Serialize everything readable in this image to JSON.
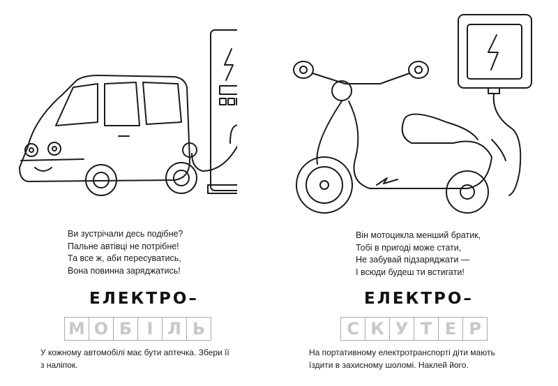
{
  "left": {
    "poem": [
      "Ви зустрічали десь подібне?",
      "Пальне автівці не потрібне!",
      "Та все ж, аби пересуватись,",
      "Вона повинна заряджатись!"
    ],
    "title": "ЕЛЕКТРО–",
    "letters": [
      "М",
      "О",
      "Б",
      "І",
      "Л",
      "Ь"
    ],
    "caption": [
      "У кожному автомобілі має бути аптечка. Збери її",
      "з наліпок."
    ]
  },
  "right": {
    "poem": [
      "Він мотоцикла менший братик,",
      "Тобі в пригоді може стати,",
      "Не забувай підзаряджати —",
      "І всюди будеш ти встигати!"
    ],
    "title": "ЕЛЕКТРО–",
    "letters": [
      "С",
      "К",
      "У",
      "Т",
      "Е",
      "Р"
    ],
    "caption": [
      "На портативному електротранспорті діти мають",
      "їздити в захисному шоломі. Наклей його."
    ]
  }
}
